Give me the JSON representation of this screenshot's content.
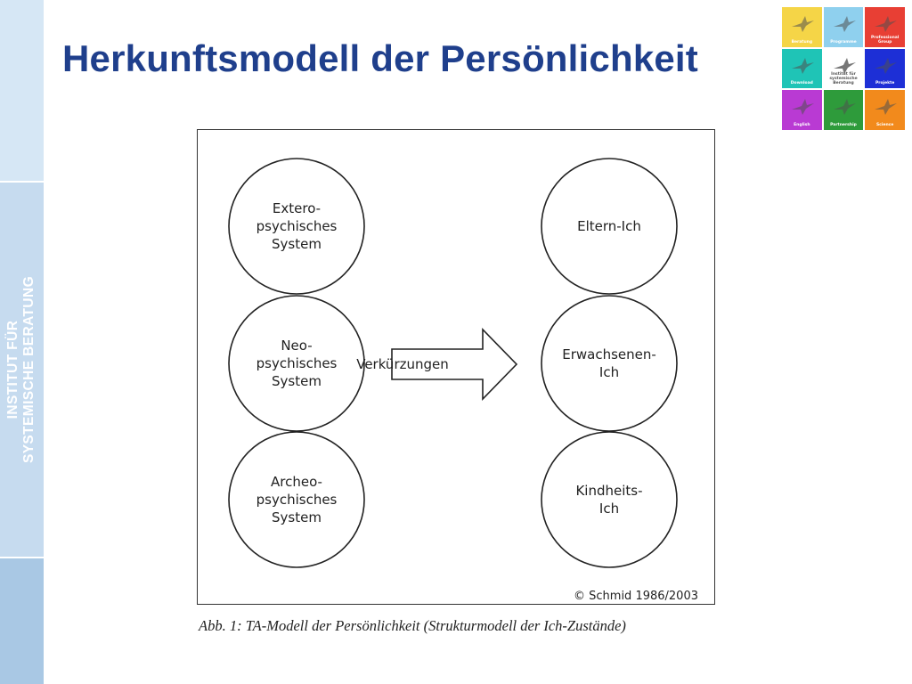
{
  "title": "Herkunftsmodell der Persönlichkeit",
  "sidebar": {
    "line1": "INSTITUT FÜR",
    "line2": "SYSTEMISCHE BERATUNG"
  },
  "logo": {
    "tiles": [
      {
        "label": "Beratung",
        "color": "#f5d547"
      },
      {
        "label": "Programme",
        "color": "#8fd0ee"
      },
      {
        "label": "Professional Group",
        "color": "#e83f34"
      },
      {
        "label": "Download",
        "color": "#1fc4b6"
      },
      {
        "label": "Institut für systemische Beratung",
        "color": "#ffffff"
      },
      {
        "label": "Projekte",
        "color": "#1d2fd6"
      },
      {
        "label": "English",
        "color": "#b93ad3"
      },
      {
        "label": "Partnership",
        "color": "#2e9b3b"
      },
      {
        "label": "Science",
        "color": "#f28a1c"
      }
    ]
  },
  "diagram": {
    "left": [
      {
        "lines": [
          "Extero-",
          "psychisches",
          "System"
        ]
      },
      {
        "lines": [
          "Neo-",
          "psychisches",
          "System"
        ]
      },
      {
        "lines": [
          "Archeo-",
          "psychisches",
          "System"
        ]
      }
    ],
    "right": [
      {
        "lines": [
          "Eltern-Ich"
        ]
      },
      {
        "lines": [
          "Erwachsenen-",
          "Ich"
        ]
      },
      {
        "lines": [
          "Kindheits-",
          "Ich"
        ]
      }
    ],
    "arrow_label": "Verkürzungen",
    "copyright": "© Schmid 1986/2003"
  },
  "caption": "Abb. 1: TA-Modell der Persönlichkeit (Strukturmodell der Ich-Zustände)"
}
